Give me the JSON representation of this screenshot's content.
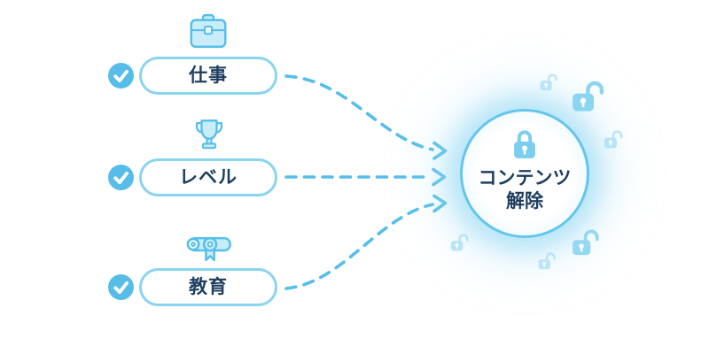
{
  "diagram": {
    "items": [
      {
        "id": "work",
        "label": "仕事",
        "icon": "briefcase-icon",
        "checked": true
      },
      {
        "id": "level",
        "label": "レベル",
        "icon": "trophy-icon",
        "checked": true
      },
      {
        "id": "education",
        "label": "教育",
        "icon": "diploma-icon",
        "checked": true
      }
    ],
    "center": {
      "icon": "closed-lock-icon",
      "line1": "コンテンツ",
      "line2": "解除"
    },
    "connections": [
      {
        "from": "work",
        "to": "center",
        "style": "dashed-arrow"
      },
      {
        "from": "level",
        "to": "center",
        "style": "dashed-arrow"
      },
      {
        "from": "education",
        "to": "center",
        "style": "dashed-arrow"
      }
    ],
    "decorations": {
      "scatter_icon": "open-lock-icon",
      "scatter_count": 6
    },
    "colors": {
      "accent_blue": "#55bee9",
      "pill_border": "#8ad4ef",
      "icon_fill": "#c9ecf9",
      "text_navy": "#1d3e5f",
      "center_lock": "#7bcef0",
      "scatter_lock": "#9edcf4",
      "glow": "#bfe9f8",
      "background": "#ffffff"
    }
  }
}
